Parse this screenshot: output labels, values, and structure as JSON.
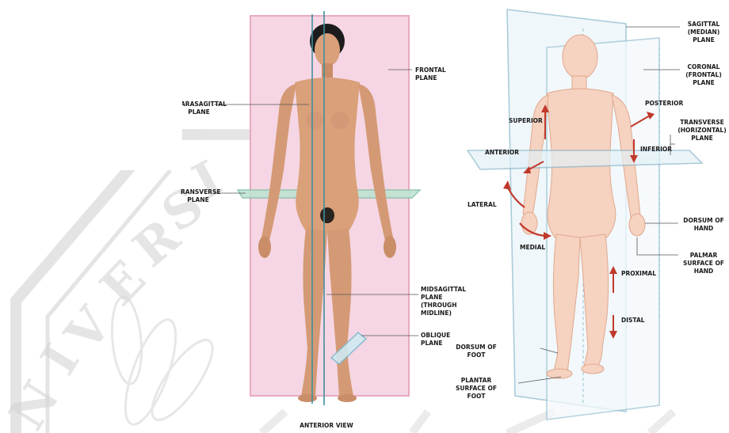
{
  "labels": {
    "frontal_plane": "FRONTAL\nPLANE",
    "parasagittal_plane": "ARASAGITTAL\nPLANE",
    "transverse_plane_left": "RANSVERSE\nPLANE",
    "midsagittal_plane": "MIDSAGITTAL\nPLANE\n(THROUGH\nMIDLINE)",
    "oblique_plane": "OBLIQUE\nPLANE",
    "anterior_view": "ANTERIOR VIEW",
    "sagittal_plane": "SAGITTAL\n(MEDIAN)\nPLANE",
    "coronal_plane": "CORONAL\n(FRONTAL)\nPLANE",
    "posterior": "POSTERIOR",
    "transverse_plane_right": "TRANSVERSE\n(HORIZONTAL)\nPLANE",
    "superior": "SUPERIOR",
    "inferior": "INFERIOR",
    "anterior": "ANTERIOR",
    "lateral": "LATERAL",
    "medial": "MEDIAL",
    "dorsum_of_hand": "DORSUM OF\nHAND",
    "palmar_surface_of_hand": "PALMAR\nSURFACE OF\nHAND",
    "proximal": "PROXIMAL",
    "distal": "DISTAL",
    "dorsum_of_foot": "DORSUM OF\nFOOT",
    "plantar_surface_of_foot": "PLANTAR\nSURFACE OF\nFOOT"
  },
  "colors": {
    "frontal_plane_fill": "#f6d6e4",
    "sagittal_line": "#3f8f9c",
    "transverse_plane_fill": "#bfe3d2",
    "skin": "#d9a07a",
    "skin_shadow": "#b97c58",
    "hair": "#1c1c1c",
    "ghost_skin": "#f6d2c0",
    "ghost_outline": "#e0a88e",
    "plane_outline": "#9cc3d3",
    "plane_fill": "#eef6fa",
    "arrow": "#c0392b",
    "leader_line": "#555555",
    "watermark": "#cfcfcf"
  },
  "watermark": {
    "text": "UNIVERSITAS"
  }
}
